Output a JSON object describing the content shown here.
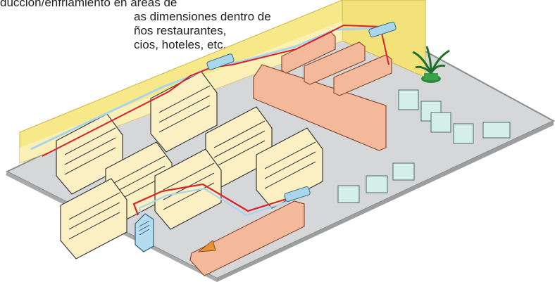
{
  "caption": {
    "lines": [
      "ducción/enfriamiento en áreas de",
      "as dimensiones dentro de",
      "ños restaurantes,",
      "cios, hoteles, etc."
    ]
  },
  "colors": {
    "floor": "#d6d7d8",
    "floor_edge": "#8a8c8e",
    "wall": "#f7e98a",
    "shelf_body": "#fbf0c4",
    "shelf_outline": "#3a3a3a",
    "counter": "#f4b99a",
    "pipe_red": "#d8222b",
    "pipe_blue": "#a9d4ec",
    "indoor_unit": "#a9d6ea",
    "outdoor_unit": "#b5dcee",
    "seating": "#d3efe7",
    "plant": "#2e8b3a"
  },
  "icons": [
    "refrigeration-counter-icon",
    "air-conditioner-indoor-unit-icon",
    "outdoor-condensing-unit-icon",
    "potted-plant-icon"
  ]
}
